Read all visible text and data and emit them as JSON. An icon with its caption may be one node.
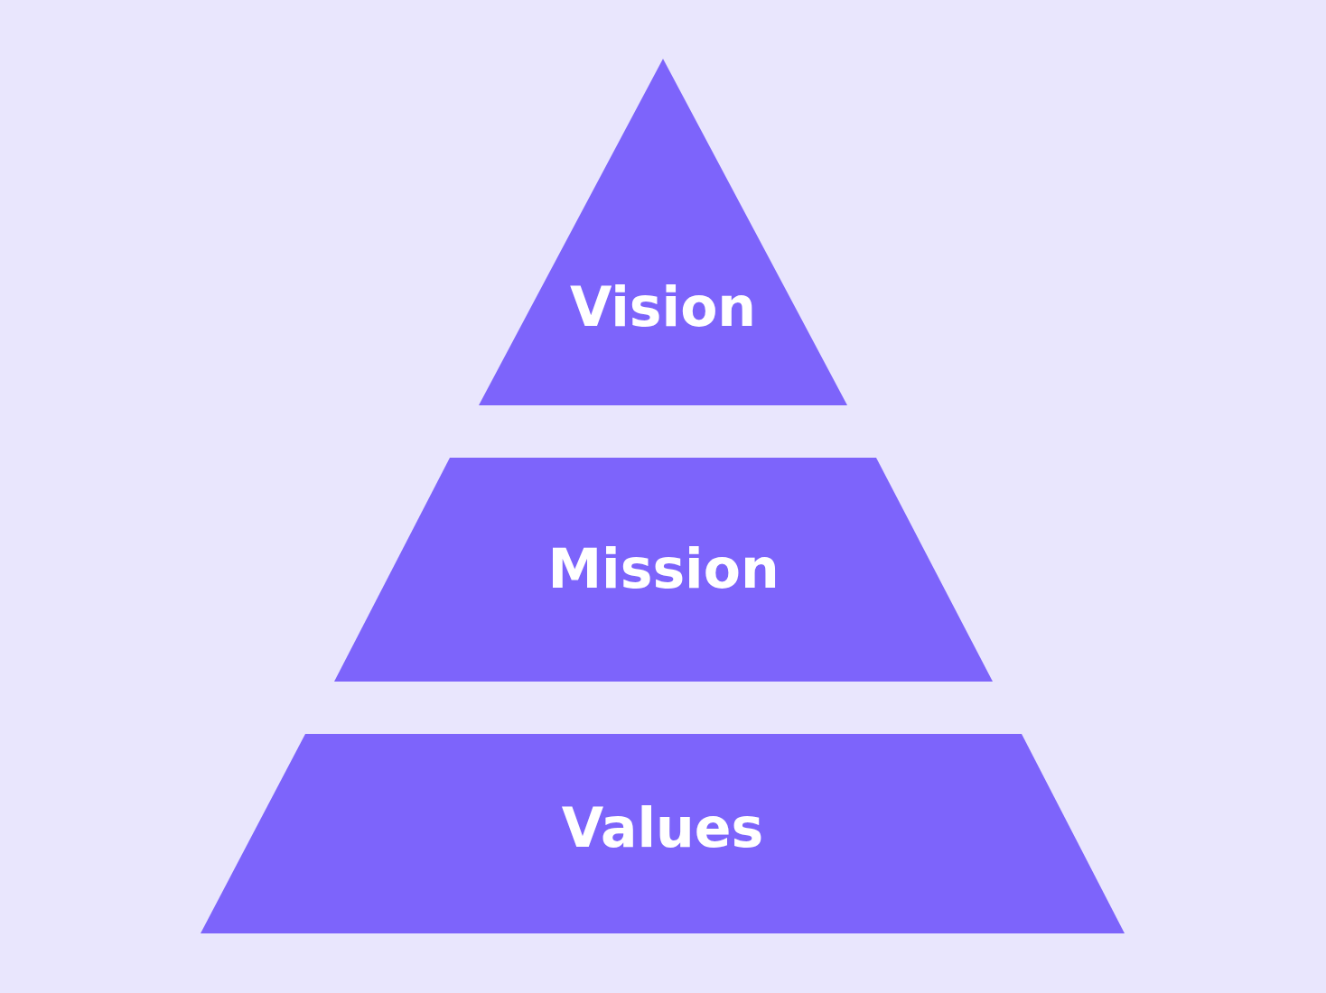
{
  "diagram": {
    "nodes": [
      {
        "text": [
          "Vision"
        ]
      },
      {
        "text": [
          "Mission"
        ]
      },
      {
        "text": [
          "Values"
        ]
      }
    ]
  }
}
